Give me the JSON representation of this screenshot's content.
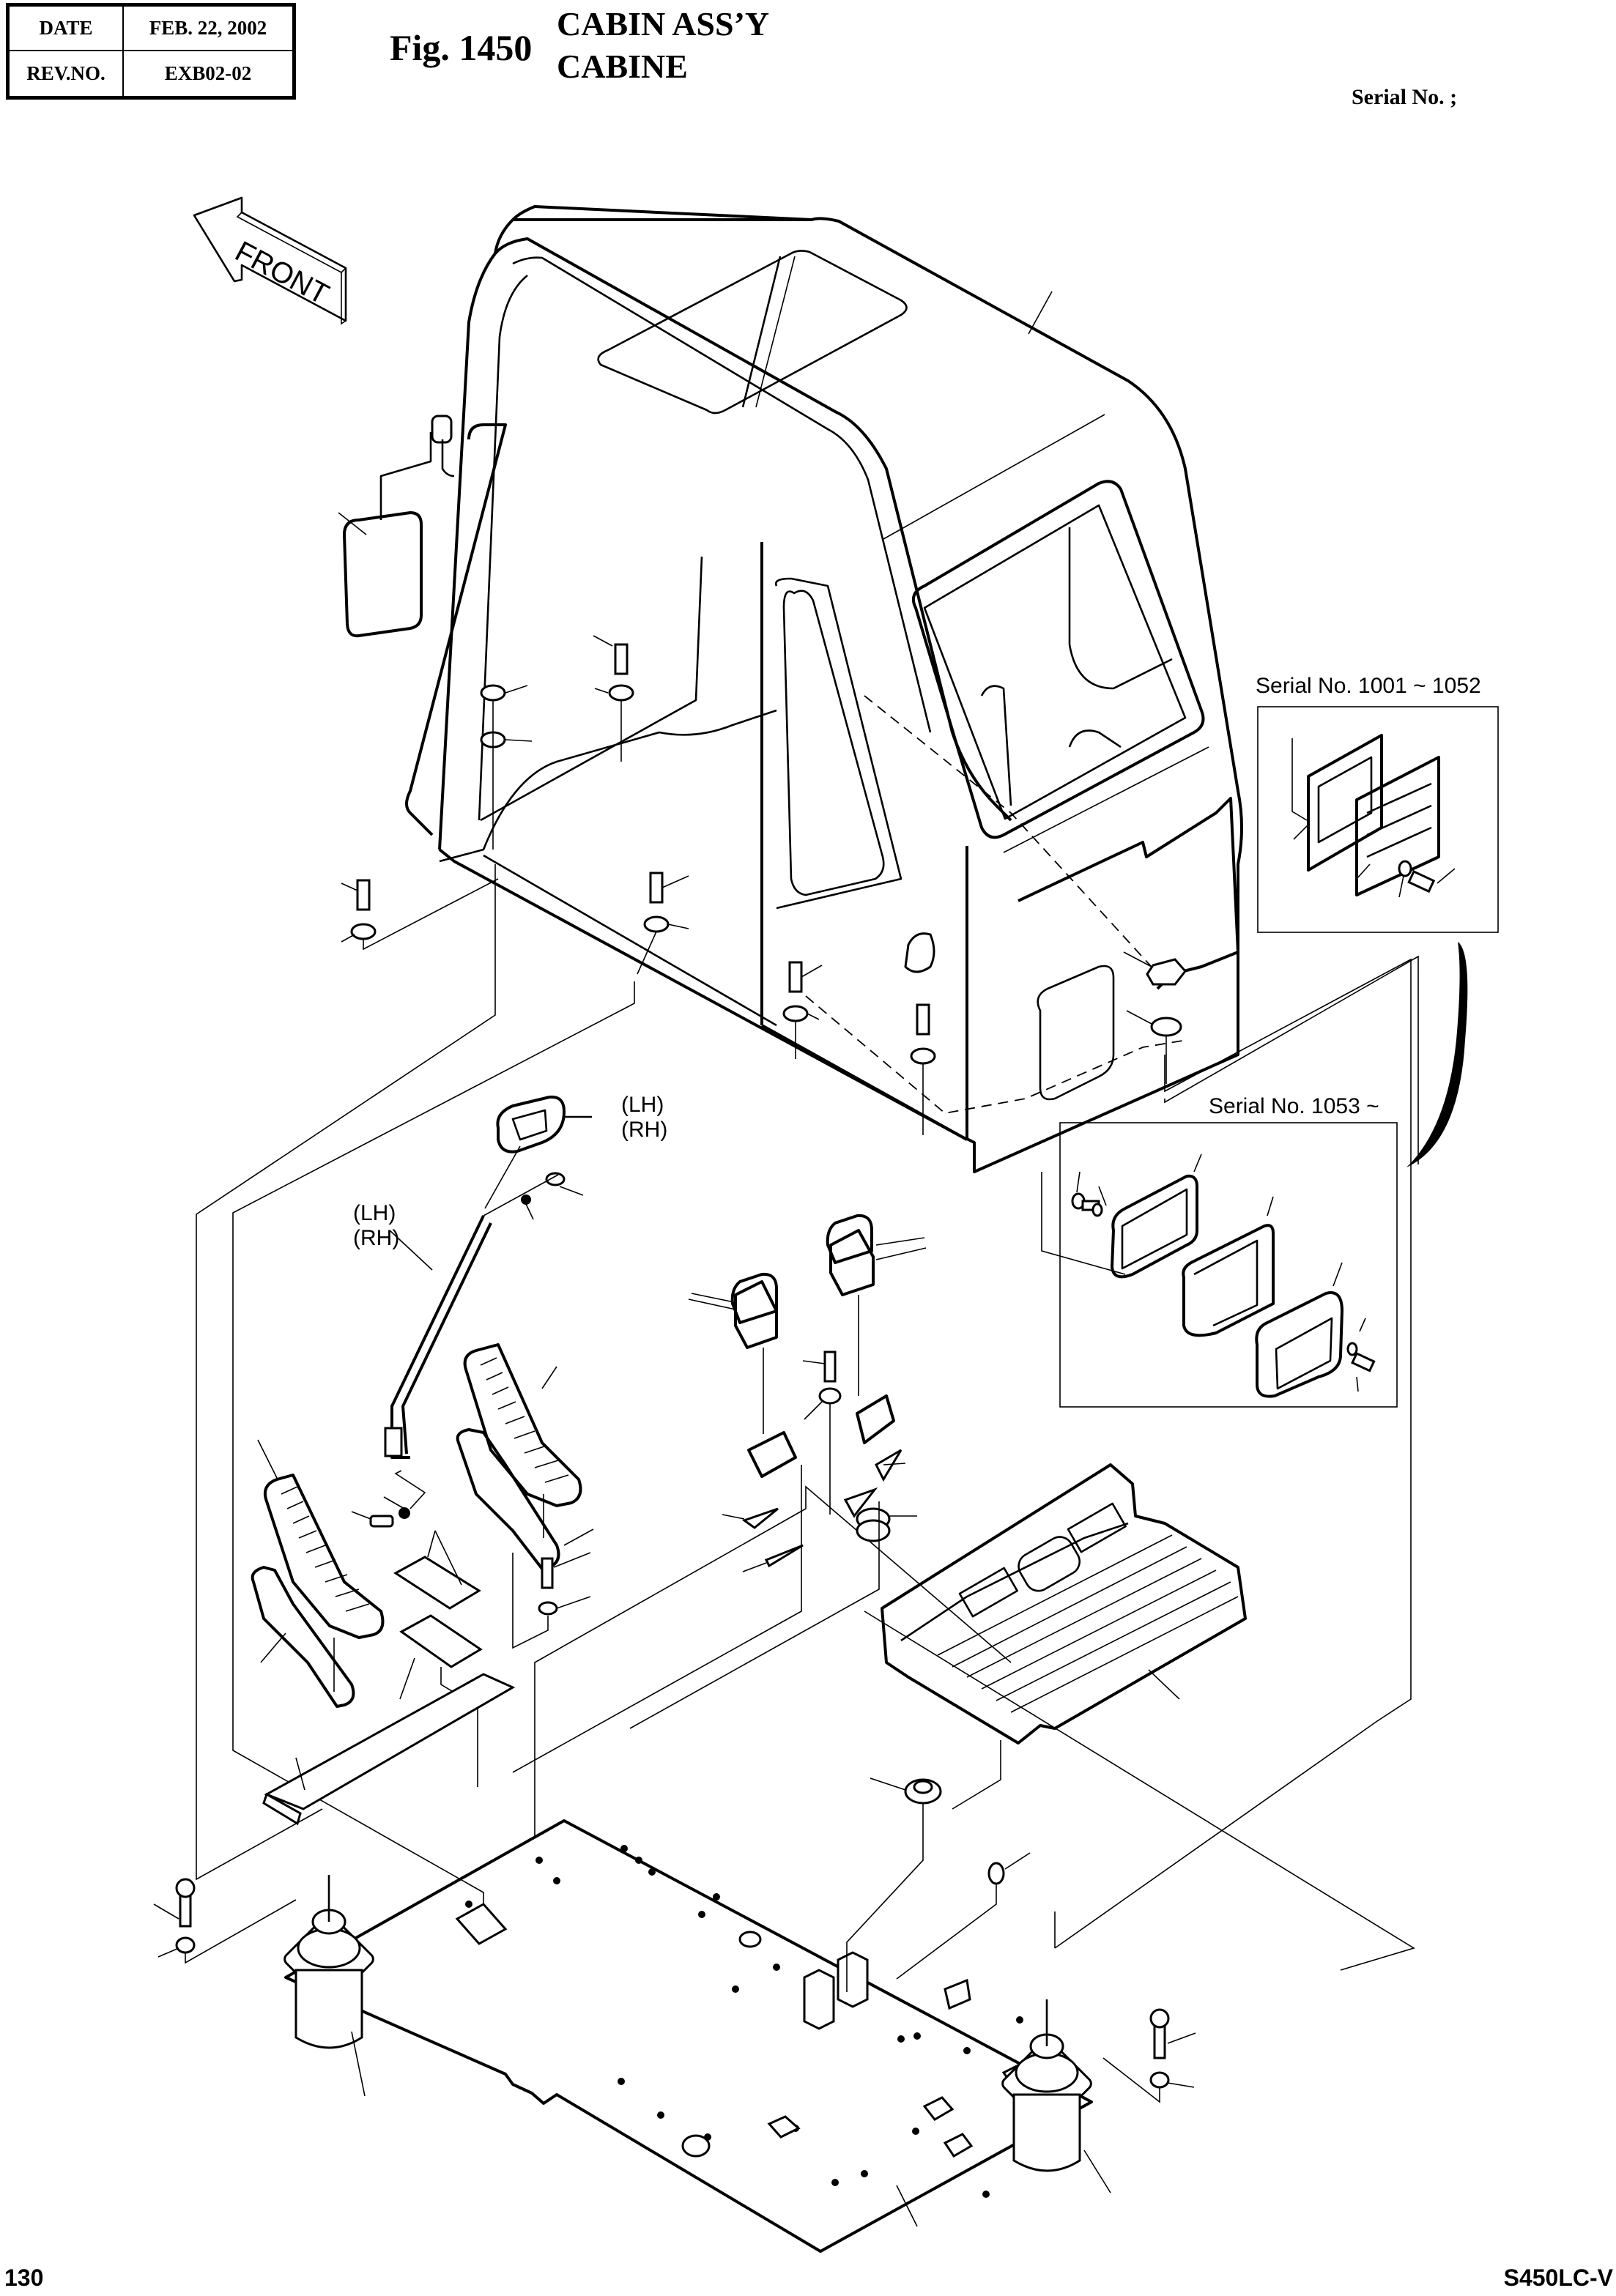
{
  "header": {
    "date_label": "DATE",
    "date_value": "FEB. 22, 2002",
    "rev_label": "REV.NO.",
    "rev_value": "EXB02-02",
    "figure_number": "Fig. 1450",
    "title_en": "CABIN ASS’Y",
    "title_fr": "CABINE",
    "serial_label": "Serial No. ;"
  },
  "diagram": {
    "front_arrow_text": "FRONT",
    "inset_early": {
      "label": "Serial No. 1001 ~ 1052"
    },
    "inset_late": {
      "label": "Serial No. 1053 ~"
    },
    "lever_side_label_1": "(LH)",
    "lever_side_label_2": "(RH)",
    "knob_side_label_1": "(LH)",
    "knob_side_label_2": "(RH)"
  },
  "footer": {
    "page_number": "130",
    "model": "S450LC-V"
  }
}
